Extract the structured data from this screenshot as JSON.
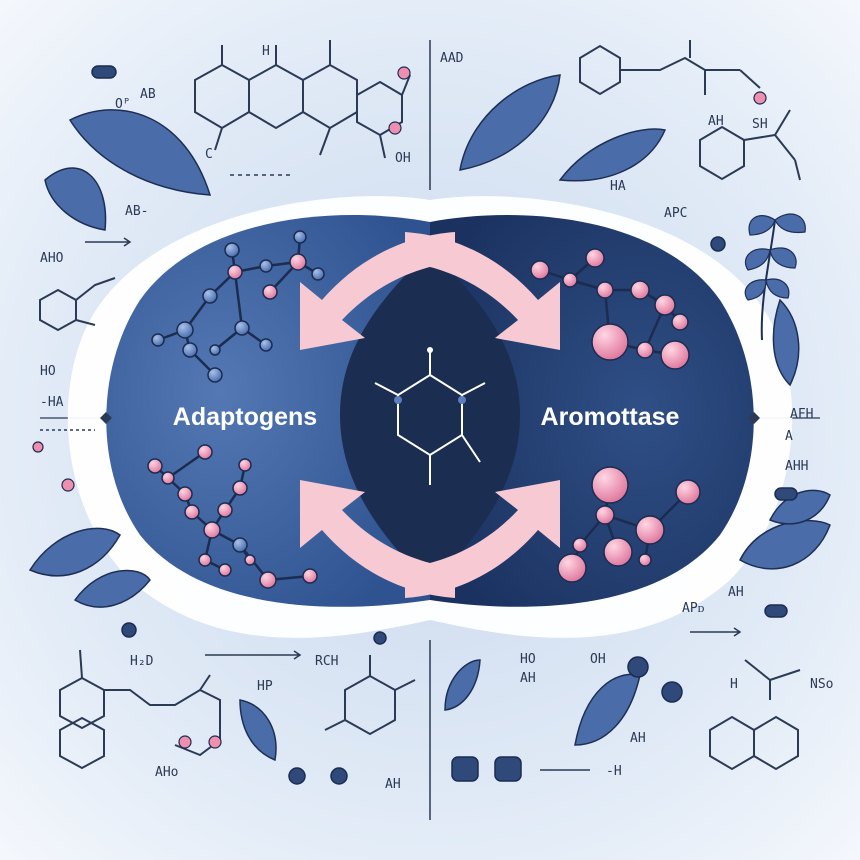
{
  "left_label": "Adaptogens",
  "right_label": "Aromottase",
  "annotations": [
    "AAD",
    "AB",
    "Oᴾ",
    "C",
    "OH",
    "H",
    "AH",
    "SH",
    "HA",
    "APC",
    "AHO",
    "HO",
    "-HA",
    "AFH",
    "A",
    "AHH",
    "APᴅ",
    "AH",
    "HO",
    "OH",
    "AH",
    "NSo",
    "H",
    "AH",
    "-H",
    "H₂D",
    "RCH",
    "HP",
    "AHo",
    "AH",
    "AB-"
  ],
  "colors": {
    "background": "#eef3fa",
    "blob_left": "#3f68a4",
    "blob_right": "#213a6b",
    "center": "#1e2f55",
    "arrow": "#f7c9d3",
    "atom_blue": "#5b7fbd",
    "atom_pink": "#ef8fb0",
    "leaf": "#4a6ca8",
    "line": "#2b3a55"
  },
  "icons": [
    "leaf-icon",
    "fern-icon",
    "molecule-icon",
    "pill-icon",
    "ring-structure-icon"
  ]
}
